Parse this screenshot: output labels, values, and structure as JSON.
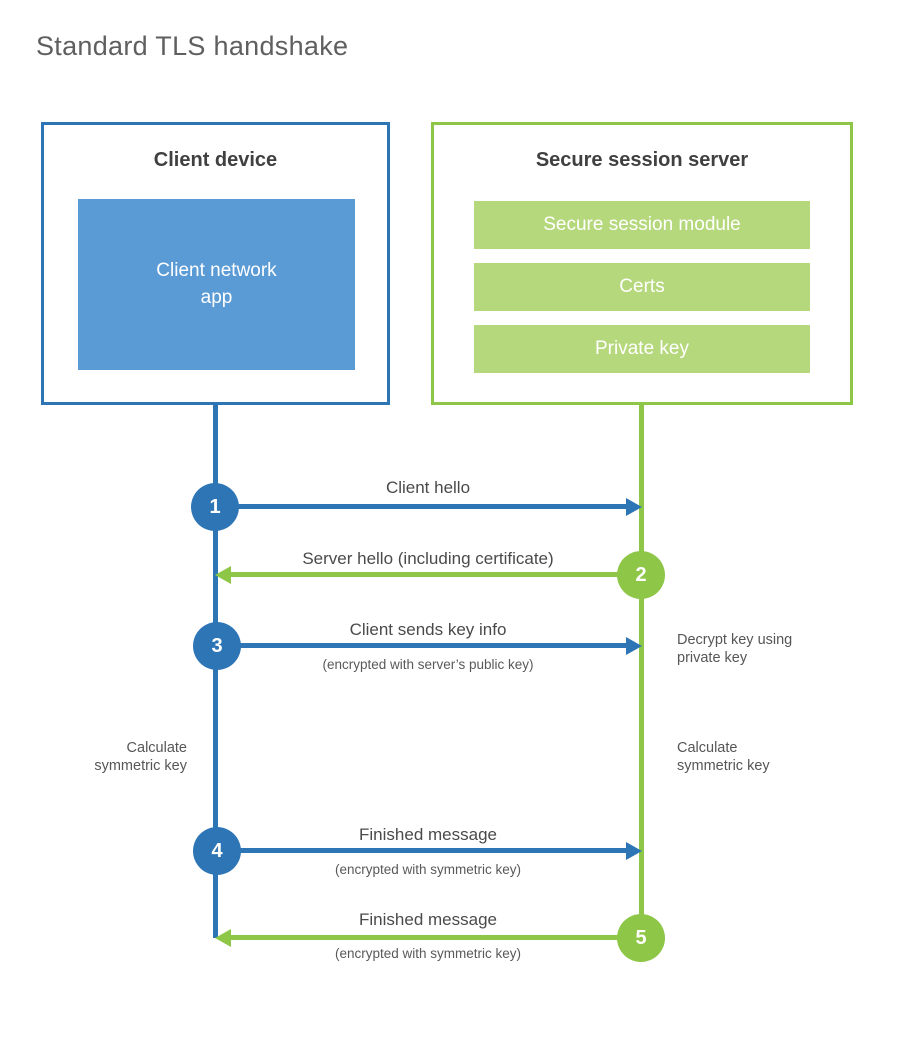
{
  "title": "Standard TLS handshake",
  "client": {
    "title": "Client device",
    "app_label": "Client network\napp"
  },
  "server": {
    "title": "Secure session server",
    "modules": [
      "Secure session module",
      "Certs",
      "Private key"
    ]
  },
  "steps": [
    {
      "num": "1",
      "label": "Client hello",
      "sub": "",
      "direction": "client-to-server",
      "color": "#2e75b6"
    },
    {
      "num": "2",
      "label": "Server hello (including certificate)",
      "sub": "",
      "direction": "server-to-client",
      "color": "#8ec647"
    },
    {
      "num": "3",
      "label": "Client sends key info",
      "sub": "(encrypted with server’s public key)",
      "direction": "client-to-server",
      "color": "#2e75b6"
    },
    {
      "num": "4",
      "label": "Finished message",
      "sub": "(encrypted with symmetric key)",
      "direction": "client-to-server",
      "color": "#2e75b6"
    },
    {
      "num": "5",
      "label": "Finished message",
      "sub": "(encrypted with symmetric key)",
      "direction": "server-to-client",
      "color": "#8ec647"
    }
  ],
  "notes": {
    "decrypt_key": "Decrypt key using\nprivate key",
    "calculate_left": "Calculate\nsymmetric key",
    "calculate_right": "Calculate\nsymmetric key"
  },
  "colors": {
    "client_accent": "#2e75b6",
    "client_fill": "#5b9bd5",
    "server_accent": "#8ec647",
    "server_fill": "#b6d87c",
    "title_text": "#5f5f5f",
    "label_text": "#4a4a4a"
  }
}
